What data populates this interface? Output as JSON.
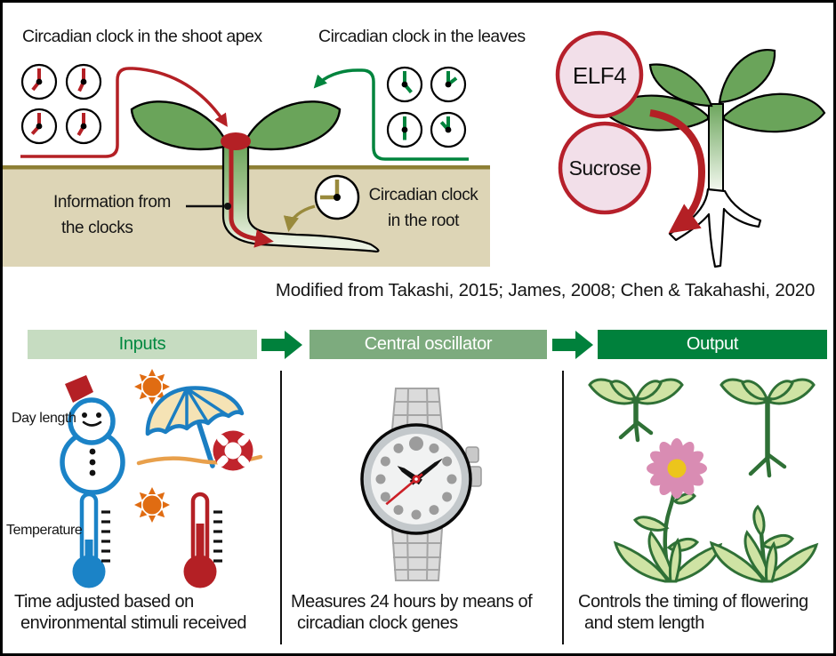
{
  "colors": {
    "accent_red": "#b42025",
    "dark_green": "#00813c",
    "sage_green": "#7dab7e",
    "light_green": "#c6dcc1",
    "leaf_green": "#6aa45a",
    "olive": "#998a3c",
    "soil_tan": "#ddd5b6",
    "pink_circle": "#f2dfe9",
    "blue": "#1b83c7",
    "orange": "#e06c12"
  },
  "top": {
    "shoot_apex_label": "Circadian clock in the shoot apex",
    "leaves_label": "Circadian clock in the leaves",
    "info_label_line1": "Information from",
    "info_label_line2": "the clocks",
    "root_label_line1": "Circadian clock",
    "root_label_line2": "in the root",
    "elf4_label": "ELF4",
    "sucrose_label": "Sucrose",
    "attribution": "Modified from Takashi, 2015; James, 2008; Chen & Takahashi, 2020"
  },
  "flow": {
    "inputs_title": "Inputs",
    "oscillator_title": "Central oscillator",
    "output_title": "Output",
    "day_length_label": "Day length",
    "temperature_label": "Temperature",
    "inputs_caption_line1": "Time adjusted based on",
    "inputs_caption_line2": "environmental stimuli received",
    "oscillator_caption_line1": "Measures 24 hours by means of",
    "oscillator_caption_line2": "circadian clock genes",
    "output_caption_line1": "Controls the timing of flowering",
    "output_caption_line2": "and stem length"
  }
}
